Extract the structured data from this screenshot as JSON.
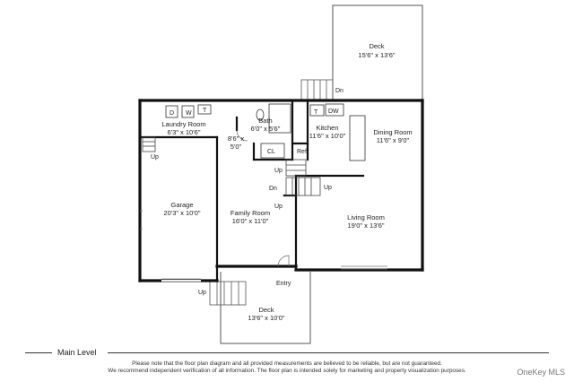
{
  "rooms": {
    "deck_top": {
      "name": "Deck",
      "dims": "15'6\" x 13'6\""
    },
    "dining": {
      "name": "Dining Room",
      "dims": "11'6\" x 9'0\""
    },
    "laundry": {
      "name": "Laundry Room",
      "dims": "6'3\" x 10'6\""
    },
    "bath": {
      "name": "Bath",
      "dims": "6'0\" x 5'6\""
    },
    "kitchen": {
      "name": "Kitchen",
      "dims": "11'6\" x 10'0\""
    },
    "hall": {
      "name": "8'6\" x",
      "dims": "5'0\""
    },
    "garage": {
      "name": "Garage",
      "dims": "20'3\" x 10'0\""
    },
    "family": {
      "name": "Family Room",
      "dims": "16'0\" x 11'0\""
    },
    "living": {
      "name": "Living Room",
      "dims": "19'0\" x 13'6\""
    },
    "deck_bottom": {
      "name": "Deck",
      "dims": "13'6\" x 10'0\""
    }
  },
  "labels": {
    "dn_top": "Dn",
    "d": "D",
    "w": "W",
    "t_laundry": "T",
    "t_kitchen": "T",
    "dw": "DW",
    "ref": "Ref",
    "cl": "CL",
    "up_laundry": "Up",
    "up_hall": "Up",
    "dn_hall": "Dn",
    "up_stairs": "Up",
    "up_family": "Up",
    "up_deck": "Up",
    "entry": "Entry"
  },
  "footer": {
    "level": "Main Level",
    "disclaimer_1": "Please note that the floor plan diagram and all provided measurements are believed to be reliable, but are not guaranteed.",
    "disclaimer_2": "We recommend independent verification of all information. The floor plan is intended solely for marketing and property visualization purposes.",
    "watermark": "OneKey MLS"
  }
}
